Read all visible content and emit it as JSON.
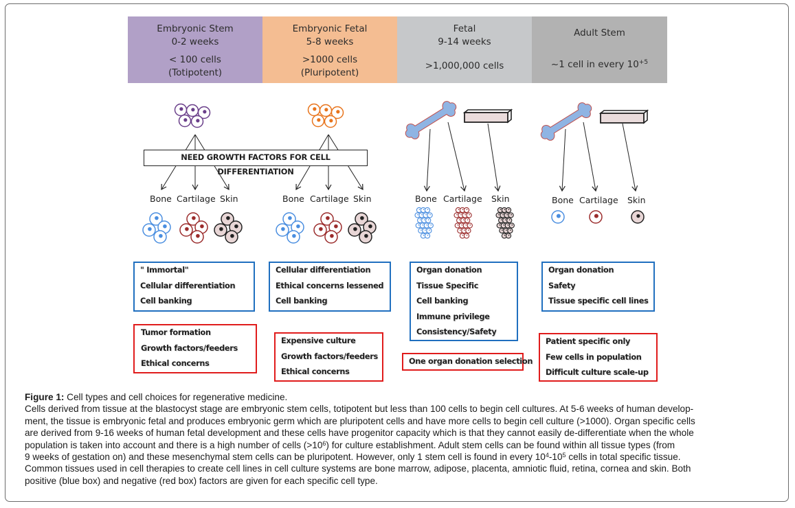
{
  "stages": [
    {
      "title": "Embryonic Stem",
      "weeks": "0-2 weeks",
      "cells": "< 100 cells",
      "potency": "(Totipotent)",
      "color": "#b1a0c7"
    },
    {
      "title": "Embryonic Fetal",
      "weeks": "5-8 weeks",
      "cells": ">1000 cells",
      "potency": "(Pluripotent)",
      "color": "#f4bd92"
    },
    {
      "title": "Fetal",
      "weeks": "9-14 weeks",
      "cells": ">1,000,000 cells",
      "color": "#c6c8ca"
    },
    {
      "title": "Adult Stem",
      "cells_prefix": "~1 cell in every 10",
      "cells_exp": "+5",
      "color": "#b2b2b2"
    }
  ],
  "growth_factor_note": "NEED GROWTH FACTORS FOR CELL DIFFERENTIATION",
  "tissue_labels": [
    "Bone",
    "Cartilage",
    "Skin"
  ],
  "colors": {
    "embryonic_stem_cell": "#6a3f8a",
    "embryonic_fetal_cell": "#e8741c",
    "bone_cell": "#4a8ee0",
    "cartilage_cell": "#9b2c2c",
    "skin_cell": "#222222",
    "skin_fill": "#e8d6d6",
    "bone_icon_fill": "#8fb4e3",
    "bone_icon_outline": "#c0504d",
    "positive_box": "#1f6fbf",
    "negative_box": "#e01b1b"
  },
  "positive_factors": [
    [
      "\" Immortal\"",
      "Cellular differentiation",
      "Cell banking"
    ],
    [
      "Cellular differentiation",
      "Ethical concerns lessened",
      "Cell banking"
    ],
    [
      "Organ donation",
      "Tissue Specific",
      "Cell banking",
      "Immune privilege",
      "Consistency/Safety"
    ],
    [
      "Organ donation",
      "Safety",
      "Tissue specific cell lines"
    ]
  ],
  "negative_factors": [
    [
      "Tumor formation",
      "Growth factors/feeders",
      "Ethical concerns"
    ],
    [
      "Expensive culture",
      "Growth factors/feeders",
      "Ethical concerns"
    ],
    [
      "One organ donation selection"
    ],
    [
      "Patient specific only",
      "Few cells in population",
      "Difficult culture scale-up"
    ]
  ],
  "caption": {
    "figure_label": "Figure 1:",
    "title": " Cell types and cell choices for regenerative medicine.",
    "line1": "Cells derived from tissue at the blastocyst stage are embryonic stem cells, totipotent but less than 100 cells to begin cell cultures. At 5-6 weeks of human develop-",
    "line2": "ment, the tissue is embryonic fetal and produces embryonic germ which are pluripotent cells and have more cells to begin cell culture (>1000). Organ specific cells",
    "line3": "are derived from 9-16 weeks of human fetal development and these cells have progenitor capacity which is that they cannot easily de-differentiate when the whole",
    "line4_a": "population is taken into account and there is a high number of cells (>10",
    "line4_sup": "6",
    "line4_b": ") for culture establishment. Adult stem cells can be found within all tissue types (from",
    "line5_a": "9 weeks of gestation on) and these mesenchymal stem cells can be pluripotent. However, only 1 stem cell is found in every 10",
    "line5_sup1": "4",
    "line5_mid": "-10",
    "line5_sup2": "5",
    "line5_b": " cells in total specific tissue.",
    "line6": "Common tissues used in cell therapies to create cell lines in cell culture systems are bone marrow, adipose, placenta, amniotic fluid, retina, cornea and skin. Both",
    "line7": "positive (blue box) and negative (red box) factors are given for each specific cell type."
  }
}
